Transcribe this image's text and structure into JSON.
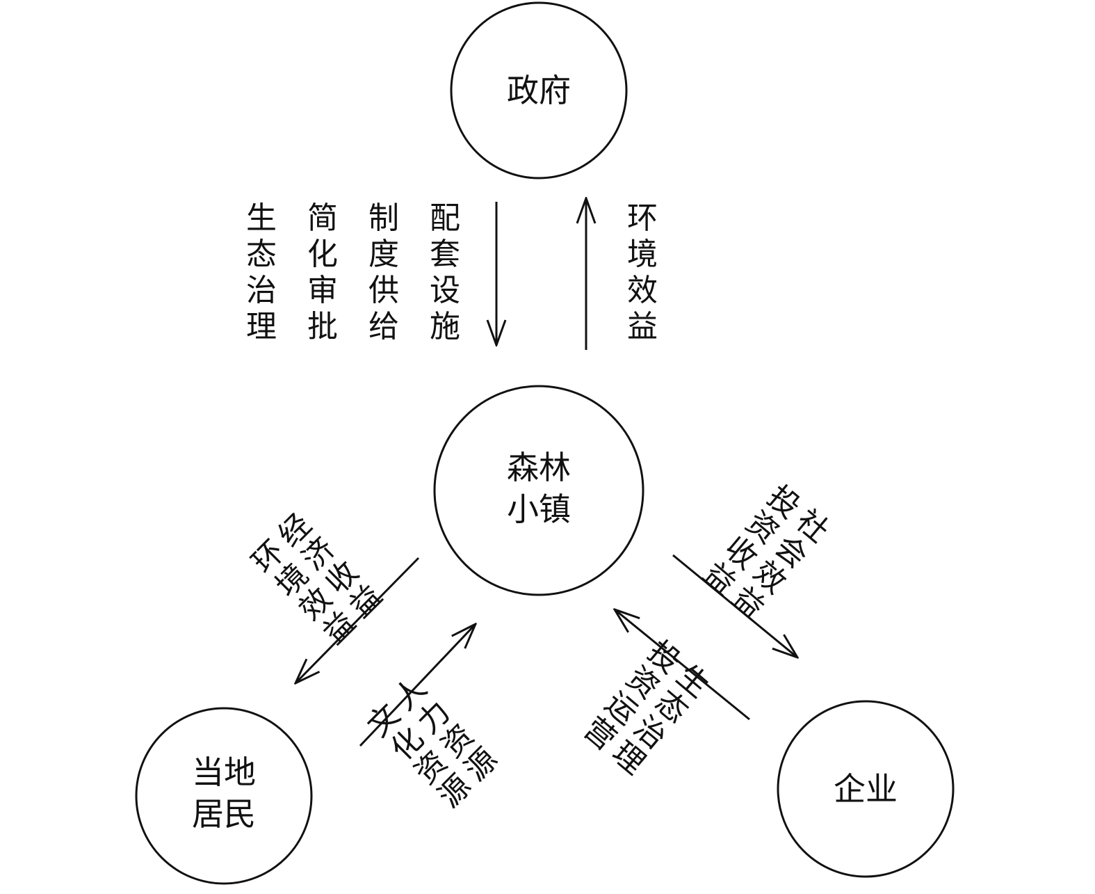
{
  "nodes": {
    "government": "政府",
    "town_line1": "森林",
    "town_line2": "小镇",
    "residents_line1": "当地",
    "residents_line2": "居民",
    "enterprise": "企业"
  },
  "gov_down_labels": [
    "配套设施",
    "制度供给",
    "简化审批",
    "生态治理"
  ],
  "gov_up_labels": [
    "环境效益"
  ],
  "town_to_residents_labels": [
    "经济收益",
    "环境效益"
  ],
  "residents_to_town_labels": [
    "人力资源",
    "文化资源"
  ],
  "town_to_enterprise_labels": [
    "社会效益",
    "投资收益"
  ],
  "enterprise_to_town_labels": [
    "生态治理",
    "投资运营"
  ],
  "colors": {
    "stroke": "#111111",
    "text": "#111111",
    "background": "#ffffff"
  }
}
